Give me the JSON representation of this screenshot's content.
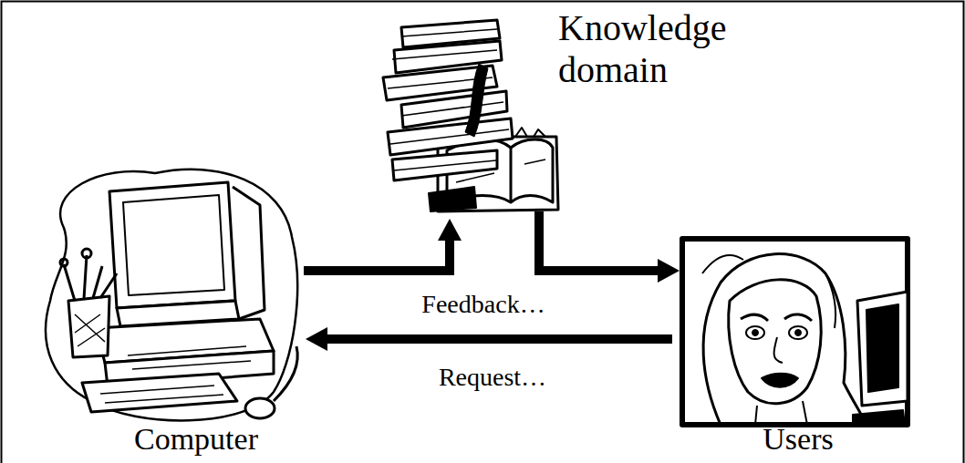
{
  "diagram": {
    "nodes": [
      {
        "text": [
          "Computer"
        ]
      },
      {
        "text": [
          "Knowledge domain"
        ]
      },
      {
        "text": [
          "Users"
        ]
      }
    ],
    "edges": [
      {
        "from": 0,
        "to": 1,
        "arrow": "to",
        "label": "Feedback…"
      },
      {
        "from": 1,
        "to": 2,
        "arrow": "to"
      },
      {
        "from": 2,
        "to": 0,
        "arrow": "to",
        "label": "Request…"
      }
    ]
  }
}
